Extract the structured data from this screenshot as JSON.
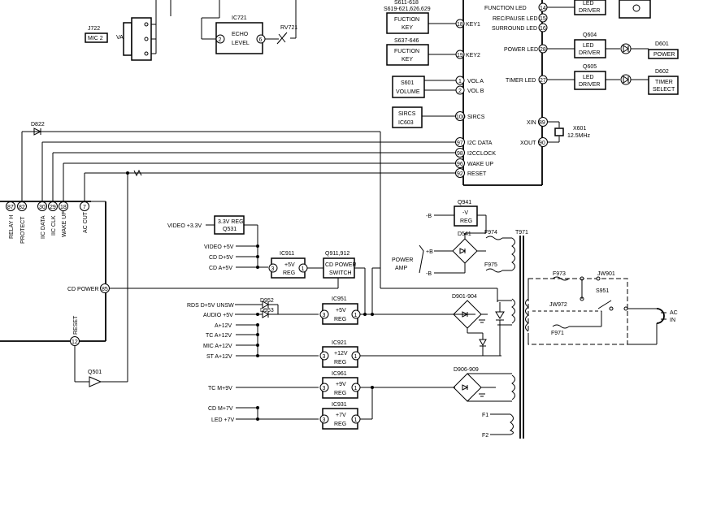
{
  "labels": {
    "j722": "J722",
    "mic2": "MIC 2",
    "va": "VA",
    "ic721": "IC721",
    "echo1": "ECHO",
    "echo2": "LEVEL",
    "rv721": "RV721",
    "s611_top": "S611-618",
    "s619": "S619-621,626,629",
    "fkey1_1": "FUCTION",
    "fkey1_2": "KEY",
    "s637": "S637-646",
    "fkey2_1": "FUCTION",
    "fkey2_2": "KEY",
    "key1": "KEY1",
    "key2": "KEY2",
    "s601": "S601",
    "volume": "VOLUME",
    "vola": "VOL A",
    "volb": "VOL B",
    "sircs1": "SIRCS",
    "sircs2": "IC603",
    "sircs": "SIRCS",
    "func_led": "FUNCTION LED",
    "rec_led": "REC/PAUSE LED",
    "surr_led": "SURROUND LED",
    "power_led": "POWER LED",
    "timer_led": "TIMER LED",
    "led": "LED",
    "driver": "DRIVER",
    "q604": "Q604",
    "q605": "Q605",
    "d601": "D601",
    "power_box": "POWER",
    "d602": "D602",
    "timer1": "TIMER",
    "timer2": "SELECT",
    "xin": "XIN",
    "xout": "XOUT",
    "x601": "X601",
    "x601f": "12.5MHz",
    "d822": "D822",
    "i2cdata": "I2C DATA",
    "i2cclock": "I2CCLOCK",
    "wakeup": "WAKE UP",
    "reset": "RESET",
    "relay": "RELAY H",
    "protect": "PROTECT",
    "iicdata": "IIC DATA",
    "iicclk": "IIC CLK",
    "wakeup_v": "WAKE UP",
    "accut": "AC CUT",
    "cdpower": "CD POWER",
    "reset_v": "RESET",
    "q501": "Q501",
    "video33": "VIDEO +3.3V",
    "reg33": "3.3V REG",
    "q531": "Q531",
    "video5": "VIDEO +5V",
    "cdd5": "CD D+5V",
    "cda5": "CD A+5V",
    "ic911": "IC911",
    "p5": "+5V",
    "reg": "REG",
    "q911": "Q911,912",
    "cdpsw1": "CD POWER",
    "cdpsw2": "SWITCH",
    "rds": "RDS D+5V UNSW",
    "audio5": "AUDIO +5V",
    "d952": "D952",
    "d953": "D953",
    "ic951": "IC951",
    "a12": "A+12V",
    "tca12": "TC A+12V",
    "mica12": "MIC A+12V",
    "sta12": "ST A+12V",
    "ic921": "IC921",
    "p12": "+12V",
    "tcm9": "TC M+9V",
    "ic961": "IC961",
    "p9": "+9V",
    "cdm7": "CD M+7V",
    "led7": "LED +7V",
    "ic931": "IC931",
    "p7": "+7V",
    "q941": "Q941",
    "mv": "-V",
    "m8": "-B",
    "d541": "D541",
    "f974": "F974",
    "f975": "F975",
    "t971": "T971",
    "pamp1": "POWER",
    "pamp2": "AMP",
    "pb": "+B",
    "mb": "-B",
    "d901": "D901-904",
    "d906": "D906-909",
    "f1": "F1",
    "f2": "F2",
    "f973": "F973",
    "jw901": "JW901",
    "s951": "S951",
    "jw972": "JW972",
    "f971": "F971",
    "ac": "AC",
    "in": "IN"
  },
  "pins": {
    "p14": "14",
    "p15": "15",
    "p16": "16",
    "p18": "18",
    "p19": "19",
    "p1": "1",
    "p2": "2",
    "p100": "100",
    "p28": "28",
    "p27": "27",
    "p89": "89",
    "p90": "90",
    "p97": "97",
    "p98": "98",
    "p96": "96",
    "p92": "92",
    "p87": "87",
    "p82": "82",
    "p30": "30",
    "p29": "29",
    "p18b": "18",
    "p7": "7",
    "p85": "85",
    "p12": "12",
    "e2": "2",
    "e6": "6",
    "three": "3",
    "one": "1"
  }
}
